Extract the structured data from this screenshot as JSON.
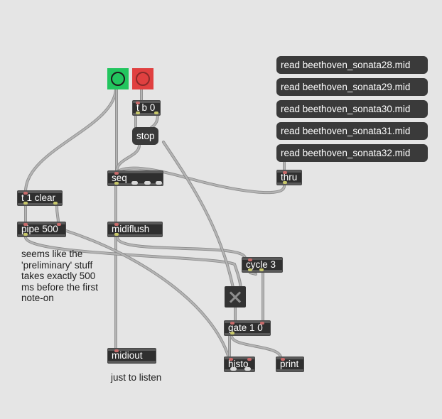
{
  "objects": {
    "seq": "seq",
    "t1clear": "t 1 clear",
    "pipe": "pipe 500",
    "midiflush": "midiflush",
    "tb0": "t b 0",
    "cycle": "cycle 3",
    "gate": "gate 1 0",
    "histo": "histo",
    "print": "print",
    "midiout": "midiout",
    "thru": "thru"
  },
  "messages": {
    "stop": "stop",
    "read": [
      "read beethoven_sonata28.mid",
      "read beethoven_sonata29.mid",
      "read beethoven_sonata30.mid",
      "read beethoven_sonata31.mid",
      "read beethoven_sonata32.mid"
    ]
  },
  "comments": {
    "timing": "seems like the\n'preliminary' stuff\ntakes exactly 500\nms before the first\nnote-on",
    "listen": "just to listen"
  },
  "colors": {
    "background": "#e5e5e5",
    "object": "#2f2f2f",
    "message": "#3a3a3a",
    "start_bang": "#22c55e",
    "stop_bang": "#e04040",
    "patch_cord": "#b4b4b4"
  },
  "icons": {
    "start": "circle-icon",
    "stop": "circle-icon",
    "toggle": "x-icon"
  }
}
